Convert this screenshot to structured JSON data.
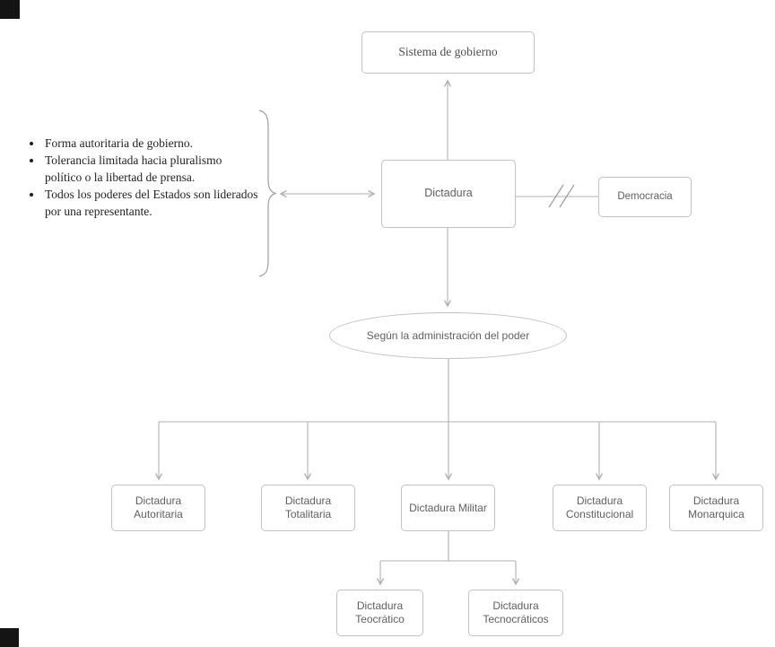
{
  "colors": {
    "line": "#b0b0b0",
    "box_border": "#c2c2c2",
    "box_text": "#5f5f5f",
    "note_text": "#1f1f1f",
    "corner": "#141414"
  },
  "nodes": {
    "sistema": {
      "label": "Sistema de gobierno"
    },
    "dictadura": {
      "label": "Dictadura"
    },
    "democracia": {
      "label": "Democracia"
    },
    "criterio": {
      "label": "Según la administración del poder"
    }
  },
  "notes": {
    "items": [
      "Forma autoritaria de gobierno.",
      "Tolerancia limitada hacia pluralismo político o la libertad de prensa.",
      "Todos los poderes del Estados son liderados por una representante."
    ]
  },
  "types": [
    {
      "label": "Dictadura Autoritaria"
    },
    {
      "label": "Dictadura Totalitaria"
    },
    {
      "label": "Dictadura Militar"
    },
    {
      "label": "Dictadura Constitucional"
    },
    {
      "label": "Dictadura Monarquica"
    }
  ],
  "subtypes": [
    {
      "label": "Dictadura Teocrático"
    },
    {
      "label": "Dictadura Tecnocráticos"
    }
  ]
}
